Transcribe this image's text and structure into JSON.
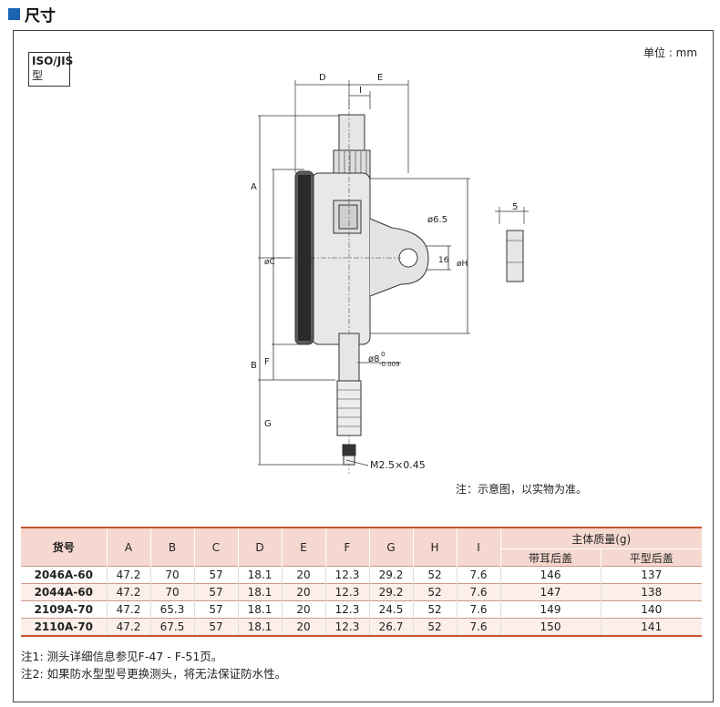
{
  "heading": "尺寸",
  "badge": {
    "line1": "ISO/JIS",
    "line2": "型"
  },
  "unit": "单位 : mm",
  "drawing": {
    "dim_labels": {
      "D": "D",
      "E": "E",
      "I": "I",
      "A": "A",
      "C": "øC",
      "B": "B",
      "F": "F",
      "G": "G",
      "H": "øH",
      "d65": "ø6.5",
      "h16": "16",
      "w5": "5",
      "stem": "ø8",
      "stem_tol": "-0.009",
      "stem_tol0": "0",
      "thread": "M2.5×0.45"
    }
  },
  "figure_note": "注：示意图，以实物为准。",
  "table": {
    "header_item": "货号",
    "columns": [
      "A",
      "B",
      "C",
      "D",
      "E",
      "F",
      "G",
      "H",
      "I"
    ],
    "mass_header": "主体质量(g)",
    "mass_sub": [
      "带耳后盖",
      "平型后盖"
    ],
    "rows": [
      {
        "item": "2046A-60",
        "vals": [
          "47.2",
          "70",
          "57",
          "18.1",
          "20",
          "12.3",
          "29.2",
          "52",
          "7.6"
        ],
        "mass": [
          "146",
          "137"
        ]
      },
      {
        "item": "2044A-60",
        "vals": [
          "47.2",
          "70",
          "57",
          "18.1",
          "20",
          "12.3",
          "29.2",
          "52",
          "7.6"
        ],
        "mass": [
          "147",
          "138"
        ]
      },
      {
        "item": "2109A-70",
        "vals": [
          "47.2",
          "65.3",
          "57",
          "18.1",
          "20",
          "12.3",
          "24.5",
          "52",
          "7.6"
        ],
        "mass": [
          "149",
          "140"
        ]
      },
      {
        "item": "2110A-70",
        "vals": [
          "47.2",
          "67.5",
          "57",
          "18.1",
          "20",
          "12.3",
          "26.7",
          "52",
          "7.6"
        ],
        "mass": [
          "150",
          "141"
        ]
      }
    ]
  },
  "footnotes": [
    "注1: 测头详细信息参见F-47 - F-51页。",
    "注2: 如果防水型型号更换测头，将无法保证防水性。"
  ]
}
